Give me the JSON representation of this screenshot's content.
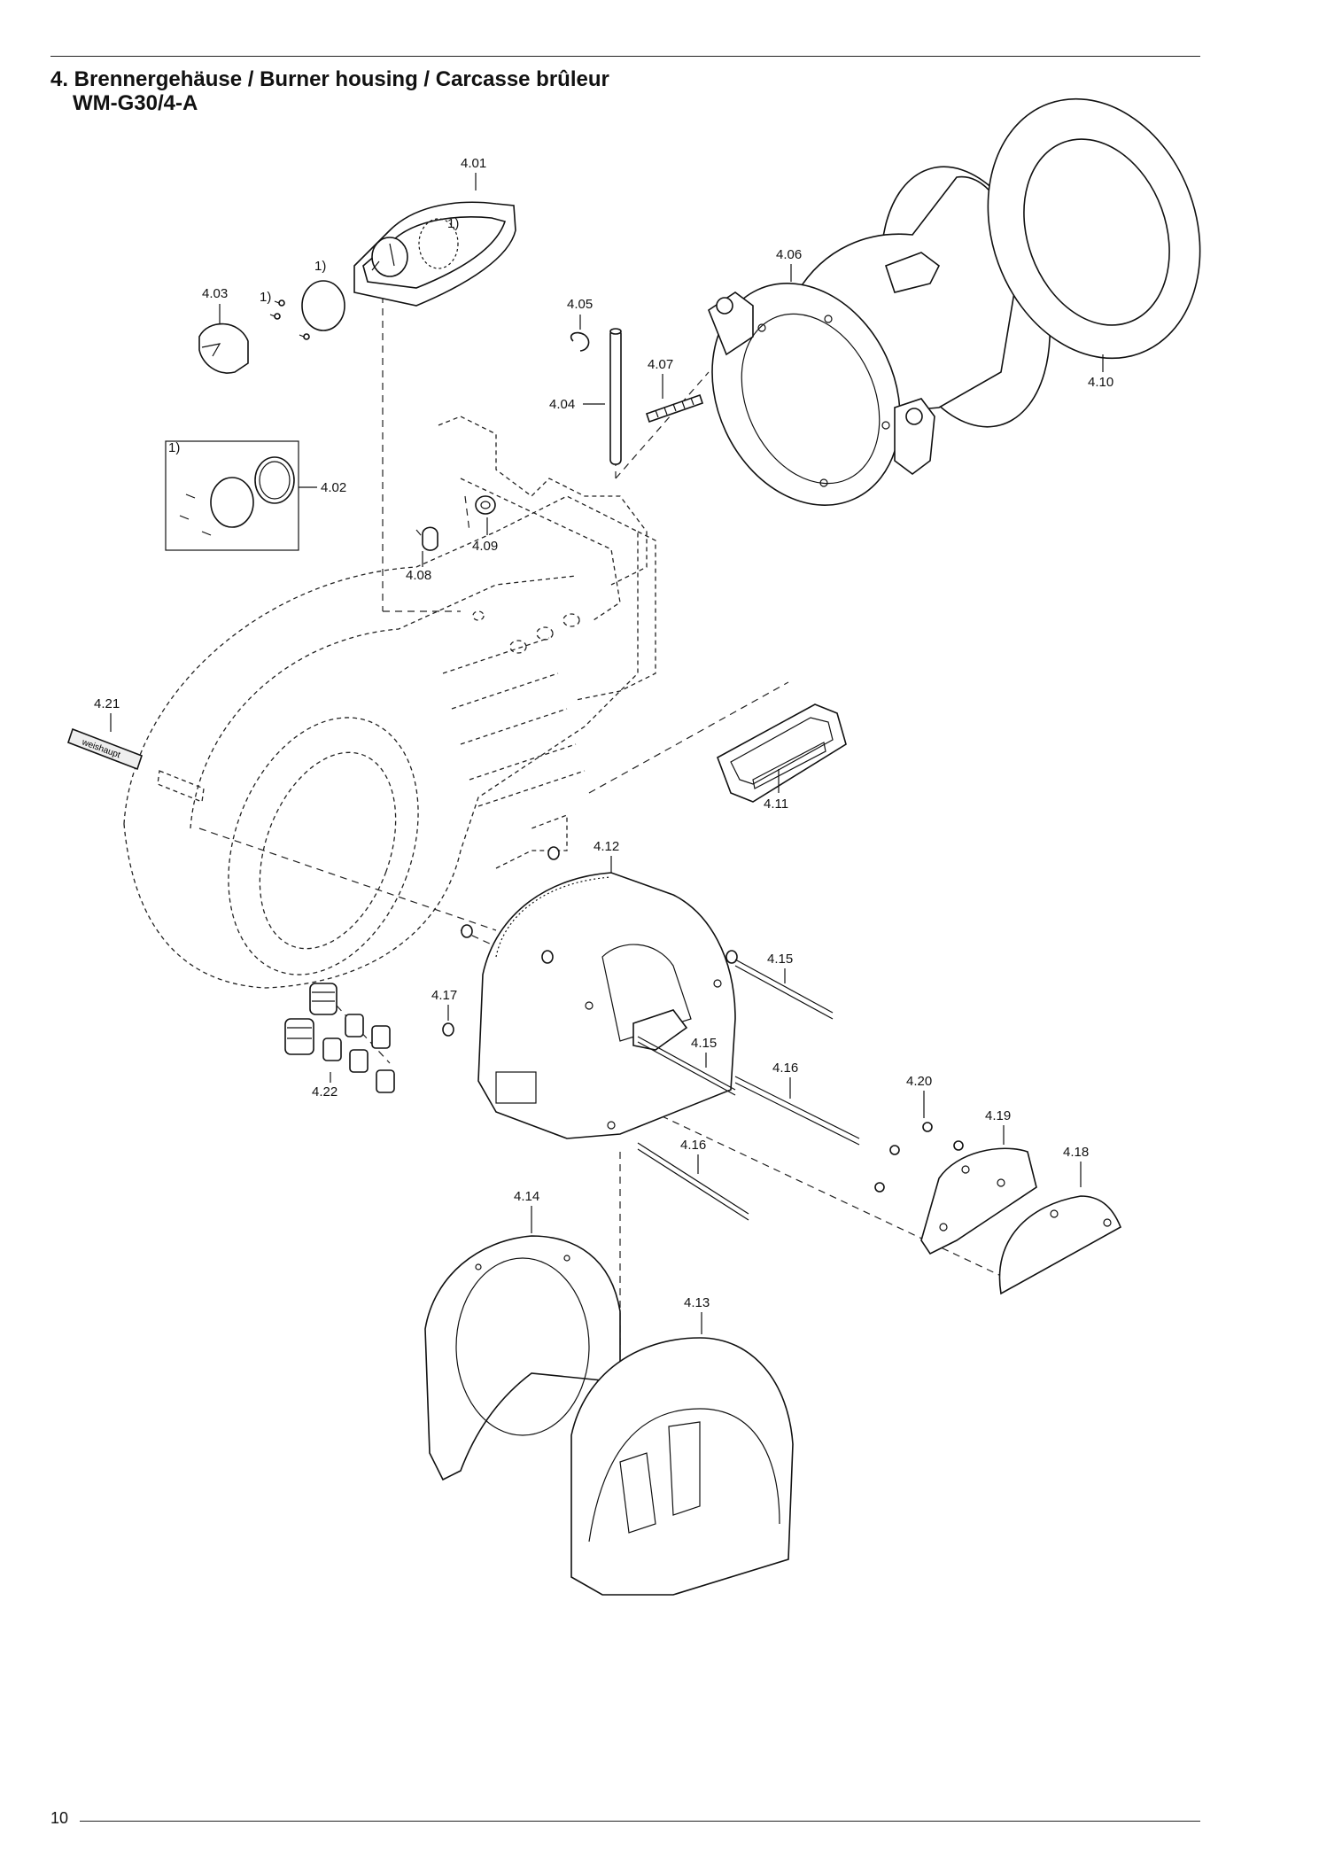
{
  "header": {
    "title_line1": "4. Brennergehäuse / Burner housing / Carcasse brûleur",
    "title_line2": "WM-G30/4-A"
  },
  "footer": {
    "page_number": "10"
  },
  "diagram": {
    "parts": {
      "p401": "4.01",
      "p402": "4.02",
      "p403": "4.03",
      "p404": "4.04",
      "p405": "4.05",
      "p406": "4.06",
      "p407": "4.07",
      "p408": "4.08",
      "p409": "4.09",
      "p410": "4.10",
      "p411": "4.11",
      "p412": "4.12",
      "p413": "4.13",
      "p414": "4.14",
      "p415a": "4.15",
      "p415b": "4.15",
      "p416a": "4.16",
      "p416b": "4.16",
      "p417": "4.17",
      "p418": "4.18",
      "p419": "4.19",
      "p420": "4.20",
      "p421": "4.21",
      "p422": "4.22"
    },
    "footnote_marker": "1)",
    "logo_text": "weishaupt"
  }
}
